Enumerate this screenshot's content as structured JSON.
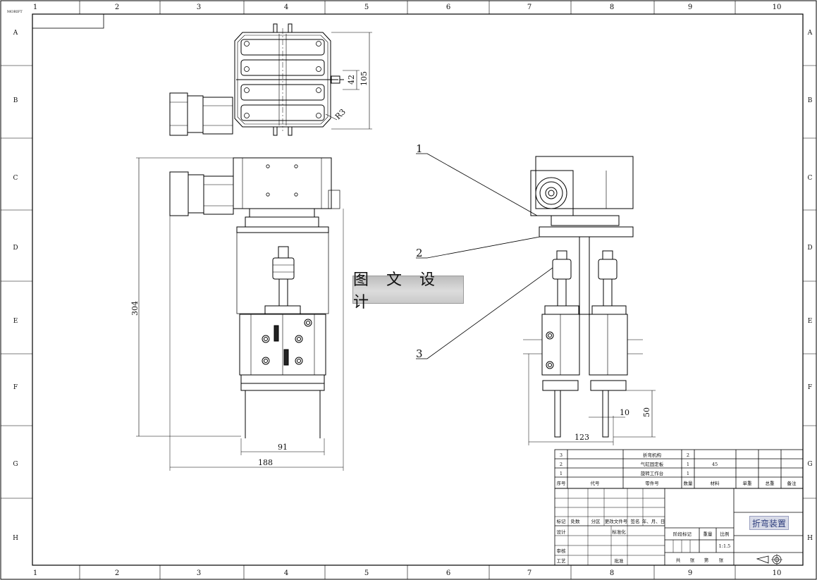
{
  "sheet": {
    "corner_mark": "MORIFT",
    "column_zones": [
      "1",
      "2",
      "3",
      "4",
      "5",
      "6",
      "7",
      "8",
      "9",
      "10"
    ],
    "row_zones": [
      "A",
      "B",
      "C",
      "D",
      "E",
      "F",
      "G",
      "H"
    ]
  },
  "watermark": "图 文 设 计",
  "dimensions": {
    "top_height": "105",
    "top_inner": "42",
    "top_radius": "R3",
    "front_height": "304",
    "front_base_width": "91",
    "front_total_width": "188",
    "side_slot": "10",
    "side_height": "50",
    "side_width": "123"
  },
  "balloons": [
    "1",
    "2",
    "3"
  ],
  "parts_list": {
    "rows": [
      {
        "no": "3",
        "name": "折弯机构",
        "qty": "2",
        "material": ""
      },
      {
        "no": "2",
        "name": "气缸固定板",
        "qty": "1",
        "material": "45"
      },
      {
        "no": "1",
        "name": "旋转工作台",
        "qty": "1",
        "material": ""
      }
    ],
    "header": {
      "no": "序号",
      "code": "代号",
      "name": "零件号",
      "qty": "数量",
      "material": "材料",
      "unit_weight": "单重",
      "total_weight": "总重",
      "remark": "备注"
    }
  },
  "title_block": {
    "labels": {
      "mark": "标记",
      "count": "处数",
      "zone": "分区",
      "change_doc": "更改文件号",
      "sign": "签名",
      "date": "年、月、日",
      "design": "设计",
      "standardize": "标准化",
      "review": "审核",
      "process": "工艺",
      "approve": "批准",
      "stage_mark": "阶段标记",
      "weight": "重量",
      "scale": "比例",
      "sheets_total": "共",
      "sheets_unit": "张",
      "sheet_of": "第",
      "sheet_unit2": "张"
    },
    "scale_value": "1:1.5",
    "drawing_name": "折弯装置"
  }
}
